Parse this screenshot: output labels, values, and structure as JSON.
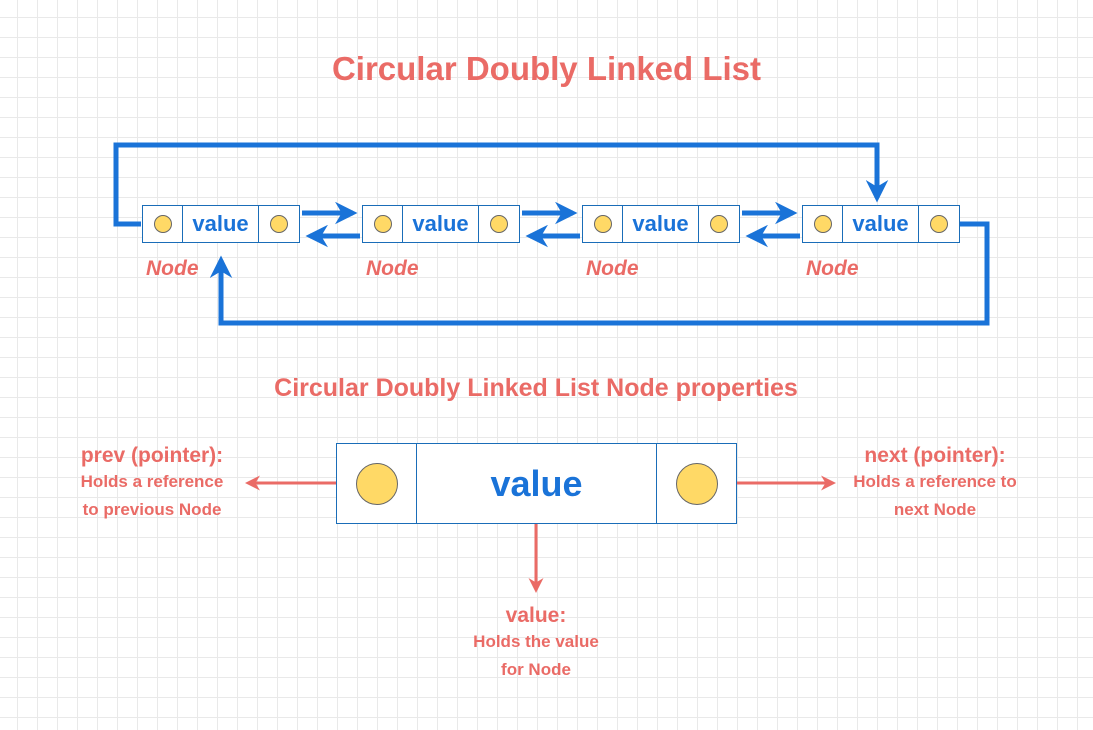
{
  "title": "Circular Doubly Linked List",
  "subtitle": "Circular Doubly Linked List Node properties",
  "nodes": [
    {
      "value": "value",
      "label": "Node"
    },
    {
      "value": "value",
      "label": "Node"
    },
    {
      "value": "value",
      "label": "Node"
    },
    {
      "value": "value",
      "label": "Node"
    }
  ],
  "detail": {
    "value": "value",
    "prev": {
      "title": "prev (pointer):",
      "line1": "Holds a reference",
      "line2": "to previous Node"
    },
    "next": {
      "title": "next (pointer):",
      "line1": "Holds a reference to",
      "line2": "next Node"
    },
    "val": {
      "title": "value:",
      "line1": "Holds the value",
      "line2": "for Node"
    }
  },
  "colors": {
    "title": "#ea6b66",
    "link_arrow": "#1a73d8",
    "node_border": "#1a6db8",
    "pointer_dot": "#ffd966",
    "property_arrow": "#ea6b66"
  }
}
